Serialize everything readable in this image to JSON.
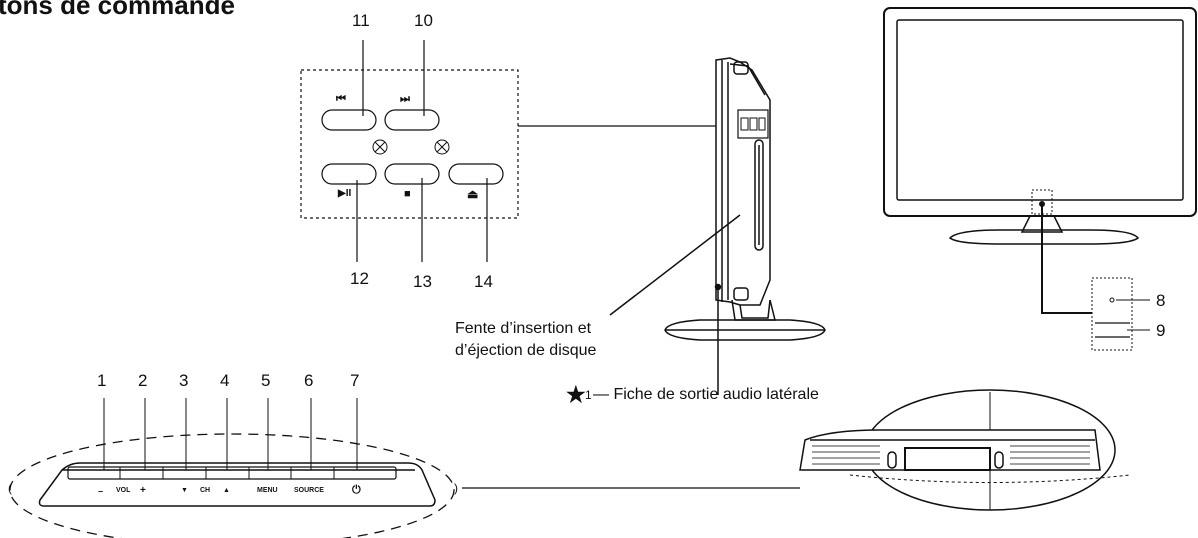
{
  "title": "tons de commande",
  "numbers": [
    "1",
    "2",
    "3",
    "4",
    "5",
    "6",
    "7",
    "8",
    "9",
    "10",
    "11",
    "12",
    "13",
    "14"
  ],
  "panel_labels": {
    "minus": "–",
    "vol": "VOL",
    "plus": "+",
    "ch_down": "▼",
    "ch": "CH",
    "ch_up": "▲",
    "menu": "MENU",
    "source": "SOURCE",
    "power": "⏻"
  },
  "disc_symbols": {
    "prev": "⏮",
    "next": "⏭",
    "play_pause": "▶II",
    "stop": "■",
    "eject": "⏏"
  },
  "callouts": {
    "disc_slot_line1": "Fente d’insertion et",
    "disc_slot_line2": "d’éjection de disque",
    "audio_star": "★",
    "audio_sup": "1",
    "audio_text": "— Fiche de sortie audio latérale"
  },
  "colors": {
    "line": "#111111",
    "fill": "#ffffff",
    "grille": "#444444"
  }
}
